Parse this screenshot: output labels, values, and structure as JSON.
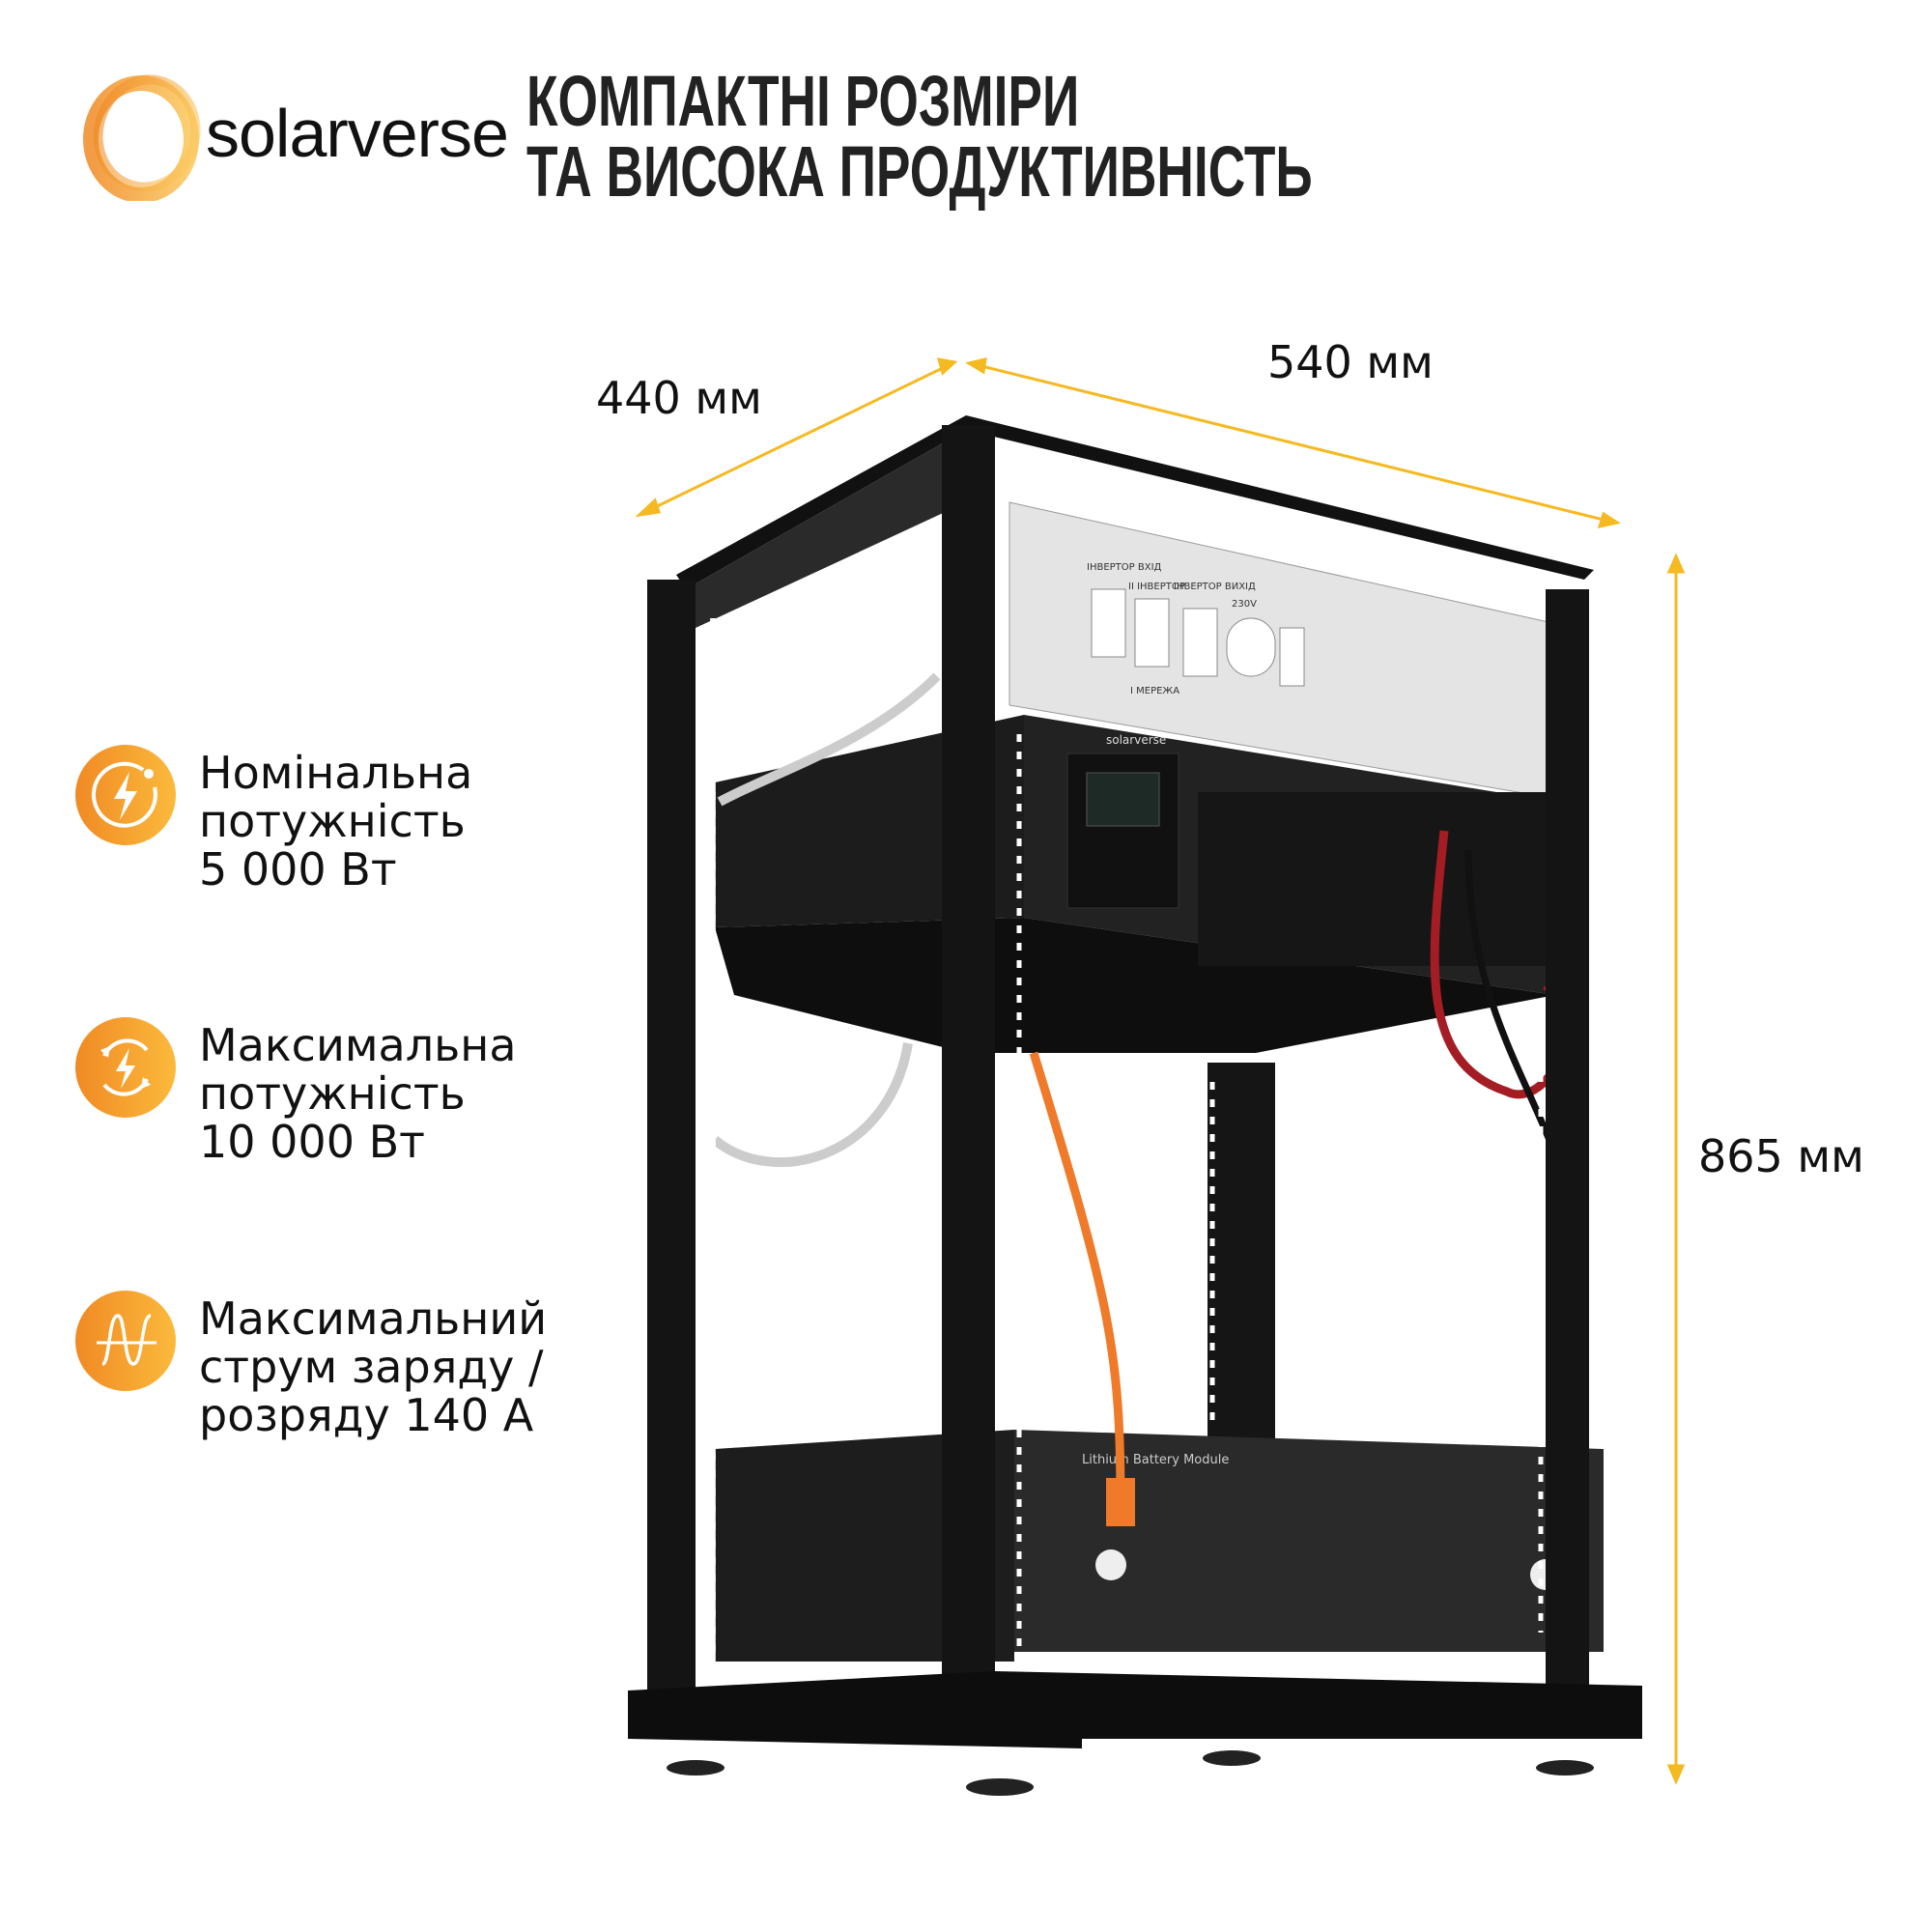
{
  "brand": {
    "name": "solarverse",
    "accent": "#F7A823",
    "accent_dark": "#F08A24"
  },
  "header": {
    "title_line1": "КОМПАКТНІ РОЗМІРИ",
    "title_line2": "ТА ВИСОКА ПРОДУКТИВНІСТЬ"
  },
  "dimensions": {
    "depth": "440 мм",
    "width": "540 мм",
    "height": "865 мм",
    "arrow_color": "#F5B921"
  },
  "features": [
    {
      "icon": "lightning-circle-icon",
      "lines": [
        "Номінальна",
        "потужність",
        "5 000 Вт"
      ]
    },
    {
      "icon": "lightning-cycle-icon",
      "lines": [
        "Максимальна",
        "потужність",
        "10 000 Вт"
      ]
    },
    {
      "icon": "sine-wave-icon",
      "lines": [
        "Максимальний",
        "струм заряду /",
        "розряду 140 А"
      ]
    }
  ],
  "product": {
    "panel_labels": [
      "ІНВЕРТОР ВХІД",
      "ІІ ІНВЕРТОР",
      "ІНВЕРТОР ВИХІД",
      "230V",
      "І МЕРЕЖА"
    ],
    "inverter_brand": "solarverse",
    "battery_label": "Lithium Battery Module"
  }
}
